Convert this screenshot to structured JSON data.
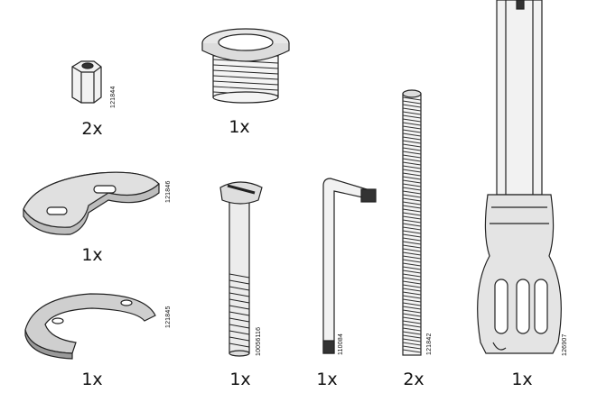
{
  "parts": [
    {
      "id": "nut",
      "icon": "hex-coupling-nut-icon",
      "code": "121844",
      "qty": "2x"
    },
    {
      "id": "flange",
      "icon": "threaded-flange-icon",
      "code": "",
      "qty": "1x"
    },
    {
      "id": "plate",
      "icon": "flat-plate-icon",
      "code": "121846",
      "qty": "1x"
    },
    {
      "id": "washer",
      "icon": "horseshoe-washer-icon",
      "code": "121845",
      "qty": "1x"
    },
    {
      "id": "bolt",
      "icon": "slotted-bolt-icon",
      "code": "10056116",
      "qty": "1x"
    },
    {
      "id": "hexkey",
      "icon": "allen-key-icon",
      "code": "110084",
      "qty": "1x"
    },
    {
      "id": "rod",
      "icon": "threaded-rod-icon",
      "code": "121842",
      "qty": "2x"
    },
    {
      "id": "tool",
      "icon": "socket-tool-icon",
      "code": "126907",
      "qty": "1x"
    }
  ]
}
